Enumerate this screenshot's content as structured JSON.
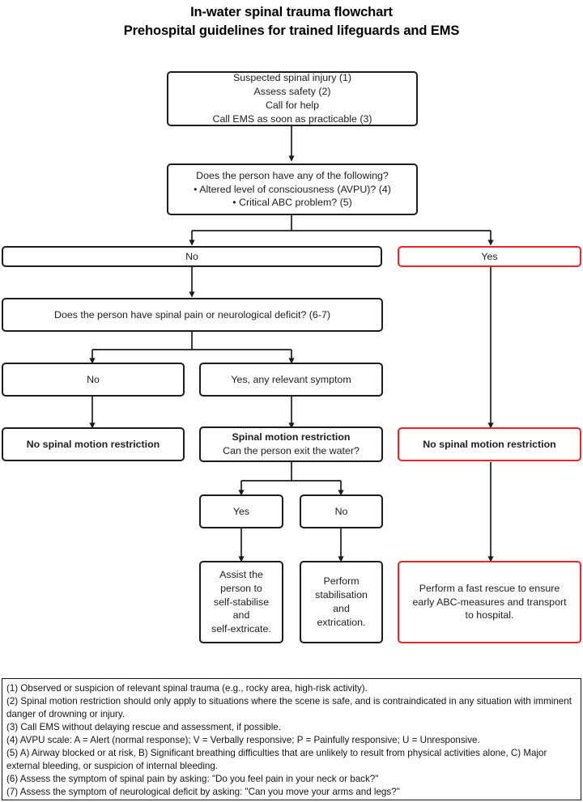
{
  "title": {
    "line1": "In-water spinal trauma flowchart",
    "line2": "Prehospital guidelines for trained lifeguards and EMS"
  },
  "colors": {
    "node_border": "#1c1c1c",
    "alert_border": "#e8262a",
    "background": "#ffffff",
    "text": "#202020"
  },
  "nodes": {
    "start": {
      "lines": [
        "Suspected spinal injury (1)",
        "Assess safety (2)",
        "Call for help",
        "Call EMS as soon as practicable (3)"
      ]
    },
    "triage_question": {
      "lines": [
        "Does the person have any of the following?",
        "• Altered level of consciousness (AVPU)? (4)",
        "• Critical ABC problem? (5)"
      ]
    },
    "triage_no": {
      "label": "No"
    },
    "triage_yes": {
      "label": "Yes"
    },
    "pain_question": {
      "label": "Does the person have spinal pain or neurological deficit? (6-7)"
    },
    "pain_no": {
      "label": "No"
    },
    "pain_yes": {
      "label": "Yes, any relevant symptom"
    },
    "outcome_no_smr_left": {
      "label": "No spinal motion restriction"
    },
    "smr_box": {
      "heading": "Spinal motion restriction",
      "question": "Can the person exit the water?"
    },
    "outcome_no_smr_right": {
      "label": "No spinal motion restriction"
    },
    "exit_yes": {
      "label": "Yes"
    },
    "exit_no": {
      "label": "No"
    },
    "assist_self": {
      "lines": [
        "Assist the",
        "person to",
        "self-stabilise",
        "and",
        "self-extricate."
      ]
    },
    "perform_stabilisation": {
      "lines": [
        "Perform",
        "stabilisation and",
        "extrication."
      ]
    },
    "fast_rescue": {
      "lines": [
        "Perform a fast rescue to ensure",
        "early ABC-measures and transport",
        "to hospital."
      ]
    }
  },
  "footnotes": [
    "(1) Observed or suspicion of relevant spinal trauma (e.g., rocky area, high-risk activity).",
    "(2) Spinal motion restriction should only apply to situations where the scene is safe, and is contraindicated in any situation with imminent danger of drowning or injury.",
    "(3) Call EMS without delaying rescue and assessment, if possible.",
    "(4) AVPU scale: A = Alert (normal response); V = Verbally responsive; P = Painfully responsive; U = Unresponsive.",
    "(5) A) Airway blocked or at risk, B) Significant breathing difficulties that are unlikely to result from physical activities alone, C) Major external bleeding, or suspicion of internal bleeding.",
    "(6) Assess the symptom of spinal pain by asking: \"Do you feel pain in your neck or back?\"",
    "(7) Assess the symptom of neurological deficit by asking: \"Can you move your arms and legs?\""
  ]
}
